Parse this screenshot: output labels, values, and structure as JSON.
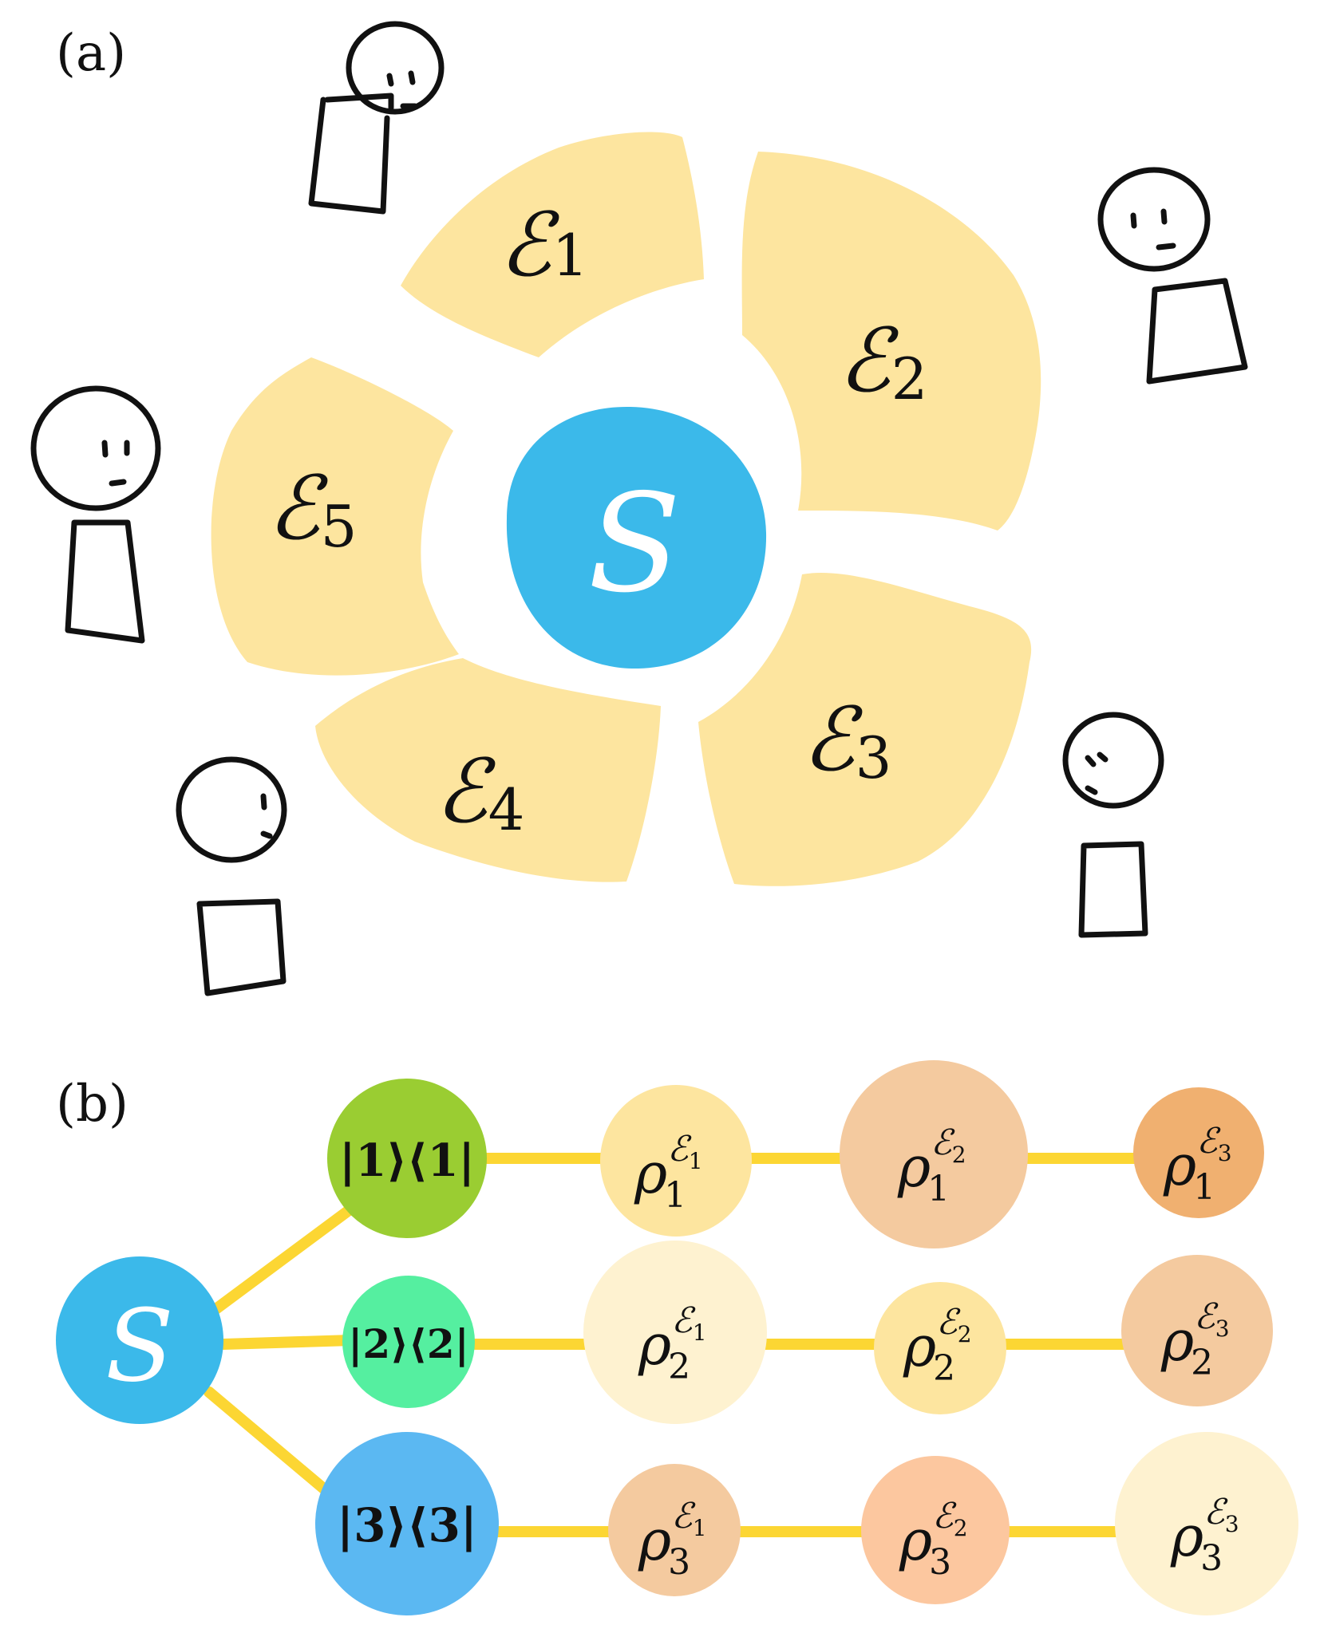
{
  "panels": {
    "a": {
      "label": "(a)"
    },
    "b": {
      "label": "(b)"
    }
  },
  "panel_a": {
    "system_label": "S",
    "environment_symbol": "ℰ",
    "fragments": [
      {
        "index": "1"
      },
      {
        "index": "2"
      },
      {
        "index": "3"
      },
      {
        "index": "4"
      },
      {
        "index": "5"
      }
    ],
    "observers_count": 5
  },
  "panel_b": {
    "system_label": "S",
    "rho_symbol": "ρ",
    "env_symbol": "ℰ",
    "branches": [
      {
        "projector": "|1⟩⟨1|",
        "color": "#9ACD32",
        "states": [
          {
            "sub": "1",
            "env": "1"
          },
          {
            "sub": "1",
            "env": "2"
          },
          {
            "sub": "1",
            "env": "3"
          }
        ]
      },
      {
        "projector": "|2⟩⟨2|",
        "color": "#55EFA0",
        "states": [
          {
            "sub": "2",
            "env": "1"
          },
          {
            "sub": "2",
            "env": "2"
          },
          {
            "sub": "2",
            "env": "3"
          }
        ]
      },
      {
        "projector": "|3⟩⟨3|",
        "color": "#5BB8F2",
        "states": [
          {
            "sub": "3",
            "env": "1"
          },
          {
            "sub": "3",
            "env": "2"
          },
          {
            "sub": "3",
            "env": "3"
          }
        ]
      }
    ]
  },
  "colors": {
    "system": "#3BB9EA",
    "fragment": "#FDE59F",
    "connector": "#FCD633"
  }
}
